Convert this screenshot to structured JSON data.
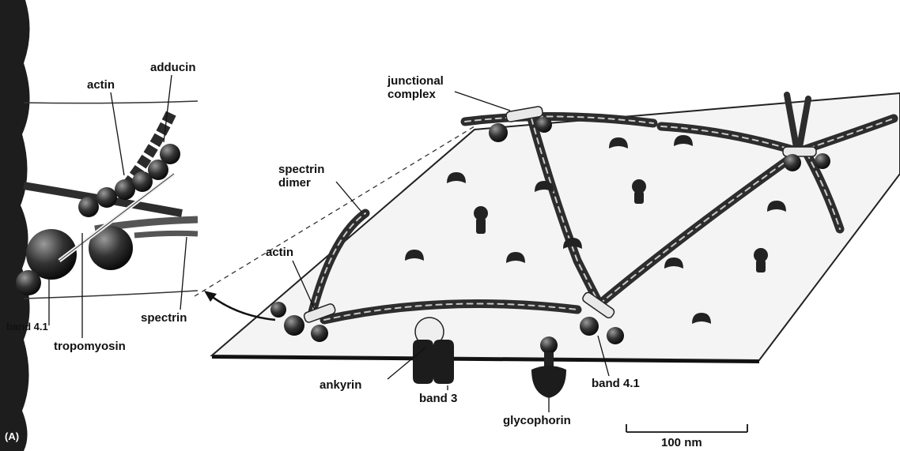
{
  "labels": {
    "actin_inset": "actin",
    "adducin": "adducin",
    "band41_inset": "band 4.1",
    "tropomyosin": "tropomyosin",
    "spectrin": "spectrin",
    "junctional_complex": "junctional\ncomplex",
    "spectrin_dimer": "spectrin\ndimer",
    "actin_main": "actin",
    "ankyrin": "ankyrin",
    "band3": "band 3",
    "glycophorin": "glycophorin",
    "band41_main": "band 4.1",
    "scale": "100 nm",
    "panel": "(A)"
  },
  "colors": {
    "ink": "#1a1a1a",
    "membrane": "#f2f2f2"
  }
}
